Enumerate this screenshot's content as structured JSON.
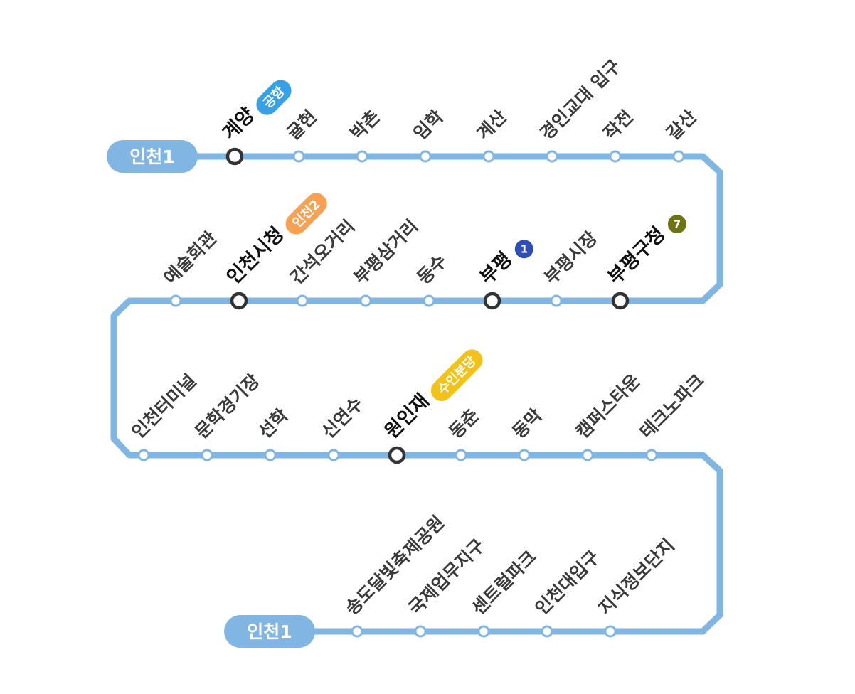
{
  "line": {
    "color": "#82b6e2",
    "start_label": "인천1",
    "end_label": "인천1"
  },
  "stations": [
    {
      "name": "계양",
      "transfer": true
    },
    {
      "name": "귤현"
    },
    {
      "name": "박촌"
    },
    {
      "name": "임학"
    },
    {
      "name": "계산"
    },
    {
      "name": "경인교대 입구"
    },
    {
      "name": "작전"
    },
    {
      "name": "갈산"
    },
    {
      "name": "부평구청",
      "transfer": true
    },
    {
      "name": "부평시장"
    },
    {
      "name": "부평",
      "transfer": true
    },
    {
      "name": "동수"
    },
    {
      "name": "부평삼거리"
    },
    {
      "name": "간석오거리"
    },
    {
      "name": "인천시청",
      "transfer": true
    },
    {
      "name": "예술회관"
    },
    {
      "name": "인천터미널"
    },
    {
      "name": "문학경기장"
    },
    {
      "name": "선학"
    },
    {
      "name": "신연수"
    },
    {
      "name": "원인재",
      "transfer": true
    },
    {
      "name": "동춘"
    },
    {
      "name": "동막"
    },
    {
      "name": "캠퍼스타운"
    },
    {
      "name": "테크노파크"
    },
    {
      "name": "지식정보단지"
    },
    {
      "name": "인천대입구"
    },
    {
      "name": "센트럴파크"
    },
    {
      "name": "국제업무지구"
    },
    {
      "name": "송도달빛축제공원"
    }
  ],
  "transfer_badges": [
    {
      "station": "계양",
      "type": "pill",
      "label": "공항",
      "color": "#3aa0e4"
    },
    {
      "station": "부평구청",
      "type": "circle",
      "label": "7",
      "color": "#6e7414"
    },
    {
      "station": "부평",
      "type": "circle",
      "label": "1",
      "color": "#2f4fb6"
    },
    {
      "station": "인천시청",
      "type": "pill",
      "label": "인천2",
      "color": "#f7a154"
    },
    {
      "station": "원인재",
      "type": "pill",
      "label": "수인분당",
      "color": "#f2c21a"
    }
  ]
}
